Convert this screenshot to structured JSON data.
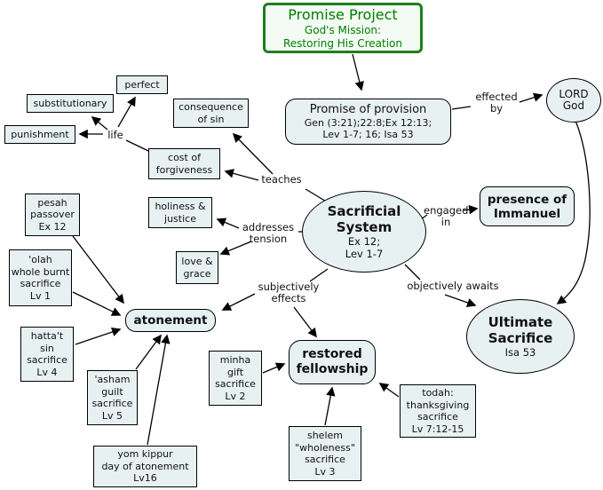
{
  "title_box": {
    "line1": "Promise Project",
    "line2": "God's Mission:",
    "line3": "Restoring His Creation"
  },
  "nodes": {
    "promise_of_provision": [
      "Promise of provision",
      "Gen (3:21);22:8;Ex 12:13;",
      "Lev 1-7; 16; Isa 53"
    ],
    "lord_god": [
      "LORD",
      "God"
    ],
    "perfect": [
      "perfect"
    ],
    "substitutionary": [
      "substitutionary"
    ],
    "punishment": [
      "punishment"
    ],
    "consequence_of_sin": [
      "consequence",
      "of sin"
    ],
    "cost_of_forgiveness": [
      "cost of",
      "forgiveness"
    ],
    "holiness_justice": [
      "holiness &",
      "justice"
    ],
    "love_grace": [
      "love &",
      "grace"
    ],
    "pesah": [
      "pesah",
      "passover",
      "Ex 12"
    ],
    "olah": [
      "'olah",
      "whole burnt",
      "sacrifice",
      "Lv 1"
    ],
    "atonement": [
      "atonement"
    ],
    "hattat": [
      "hatta't",
      "sin",
      "sacrifice",
      "Lv 4"
    ],
    "asham": [
      "'asham",
      "guilt",
      "sacrifice",
      "Lv 5"
    ],
    "yom_kippur": [
      "yom kippur",
      "day of atonement",
      "Lv16"
    ],
    "minha": [
      "minha",
      "gift",
      "sacrifice",
      "Lv 2"
    ],
    "restored_fellowship": [
      "restored",
      "fellowship"
    ],
    "shelem": [
      "shelem",
      "\"wholeness\"",
      "sacrifice",
      "Lv 3"
    ],
    "todah": [
      "todah:",
      "thanksgiving",
      "sacrifice",
      "Lv 7:12-15"
    ],
    "presence_immanuel": [
      "presence of",
      "Immanuel"
    ],
    "sacrificial_system": [
      "Sacrificial",
      "System",
      "Ex 12;",
      "Lev 1-7"
    ],
    "ultimate_sacrifice": [
      "Ultimate",
      "Sacrifice",
      "Isa 53"
    ]
  },
  "labels": {
    "effected_by": [
      "effected",
      "by"
    ],
    "life": [
      "life"
    ],
    "teaches": [
      "teaches"
    ],
    "addresses_tension": [
      "addresses",
      "tension"
    ],
    "engaged_in": [
      "engaged",
      "in"
    ],
    "subjectively_effects": [
      "subjectively",
      "effects"
    ],
    "objectively_awaits": [
      "objectively awaits"
    ]
  },
  "colors": {
    "node_fill": "#e8f1f2",
    "node_border": "#000000",
    "line_color": "#000000",
    "title_text_green": "#008000",
    "title_border_green": "#1e7e1e",
    "title_fill": "#f4faf4"
  }
}
